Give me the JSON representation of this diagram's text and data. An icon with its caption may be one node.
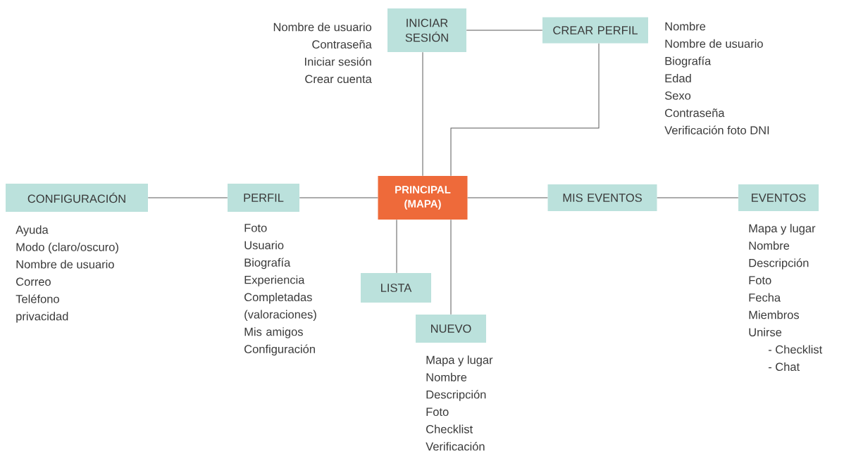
{
  "diagram": {
    "nodes": [
      {
        "text": [
          "INICIAR SESIÓN"
        ],
        "beside": [
          "Nombre de usuario",
          "Contraseña",
          "Iniciar sesión",
          "Crear cuenta"
        ]
      },
      {
        "text": [
          "CREAR PERFIL"
        ],
        "beside": [
          "Nombre",
          "Nombre de usuario",
          "Biografía",
          "Edad",
          "Sexo",
          "Contraseña",
          "Verificación foto DNI"
        ]
      },
      {
        "text": [
          "CONFIGURACIÓN"
        ],
        "beside": [
          "Ayuda",
          "Modo (claro/oscuro)",
          "Nombre de usuario",
          "Correo",
          "Teléfono",
          "privacidad"
        ]
      },
      {
        "text": [
          "PERFIL"
        ],
        "beside": [
          "Foto",
          "Usuario",
          "Biografía",
          "Experiencia",
          "Completadas (valoraciones)",
          "Mis amigos",
          "Configuración"
        ]
      },
      {
        "text": [
          "PRINCIPAL (MAPA)"
        ]
      },
      {
        "text": [
          "MIS EVENTOS"
        ]
      },
      {
        "text": [
          "EVENTOS"
        ],
        "beside": [
          "Mapa y lugar",
          "Nombre",
          "Descripción",
          "Foto",
          "Fecha",
          "Miembros",
          "Unirse",
          "- Checklist",
          "- Chat"
        ]
      },
      {
        "text": [
          "LISTA"
        ]
      },
      {
        "text": [
          "NUEVO"
        ],
        "beside": [
          "Mapa y lugar",
          "Nombre",
          "Descripción",
          "Foto",
          "Checklist",
          "Verificación"
        ]
      }
    ],
    "edges": [
      {
        "from": 0,
        "to": 1,
        "arrow": "none"
      },
      {
        "from": 0,
        "to": 4,
        "arrow": "none"
      },
      {
        "from": 1,
        "to": 4,
        "arrow": "none"
      },
      {
        "from": 2,
        "to": 3,
        "arrow": "none"
      },
      {
        "from": 3,
        "to": 4,
        "arrow": "none"
      },
      {
        "from": 4,
        "to": 5,
        "arrow": "none"
      },
      {
        "from": 5,
        "to": 6,
        "arrow": "none"
      },
      {
        "from": 4,
        "to": 7,
        "arrow": "none"
      },
      {
        "from": 4,
        "to": 8,
        "arrow": "none"
      }
    ]
  }
}
